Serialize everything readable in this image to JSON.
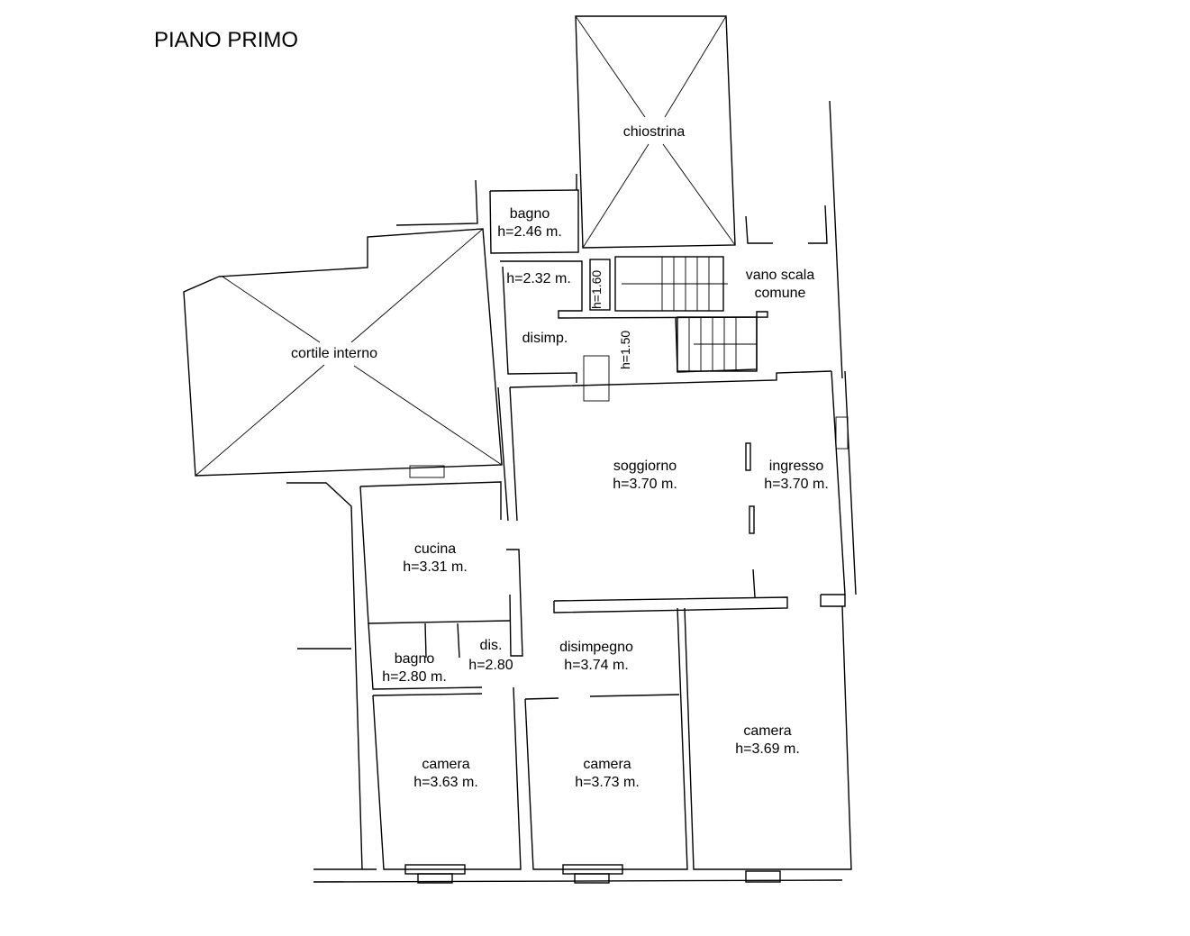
{
  "title": "PIANO PRIMO",
  "colors": {
    "line": "#000000",
    "background": "#ffffff"
  },
  "rooms": [
    {
      "name": "chiostrina",
      "height": ""
    },
    {
      "name": "bagno",
      "height": "h=2.46 m."
    },
    {
      "name": "",
      "height": "h=2.32 m."
    },
    {
      "name": "vano scala",
      "height": "comune"
    },
    {
      "name": "disimp.",
      "height": ""
    },
    {
      "name": "cortile interno",
      "height": ""
    },
    {
      "name": "soggiorno",
      "height": "h=3.70 m."
    },
    {
      "name": "ingresso",
      "height": "h=3.70 m."
    },
    {
      "name": "cucina",
      "height": "h=3.31 m."
    },
    {
      "name": "bagno",
      "height": "h=2.80 m."
    },
    {
      "name": "dis.",
      "height": "h=2.80"
    },
    {
      "name": "disimpegno",
      "height": "h=3.74 m."
    },
    {
      "name": "camera",
      "height": "h=3.63 m."
    },
    {
      "name": "camera",
      "height": "h=3.73 m."
    },
    {
      "name": "camera",
      "height": "h=3.69 m."
    }
  ],
  "vertical_labels": {
    "stair_a": "h=1.60",
    "stair_b": "h=1.50"
  }
}
